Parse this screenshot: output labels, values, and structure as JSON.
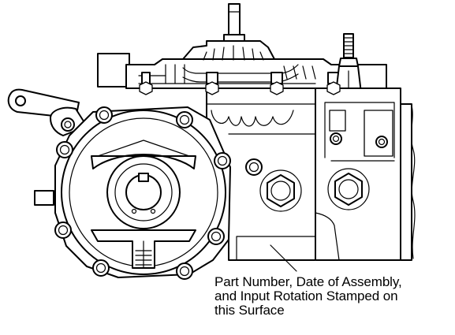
{
  "callout": {
    "lines": [
      "Part Number, Date of Assembly,",
      "and Input Rotation Stamped on",
      "this Surface"
    ]
  },
  "colors": {
    "line": "#000000",
    "background": "#ffffff"
  }
}
